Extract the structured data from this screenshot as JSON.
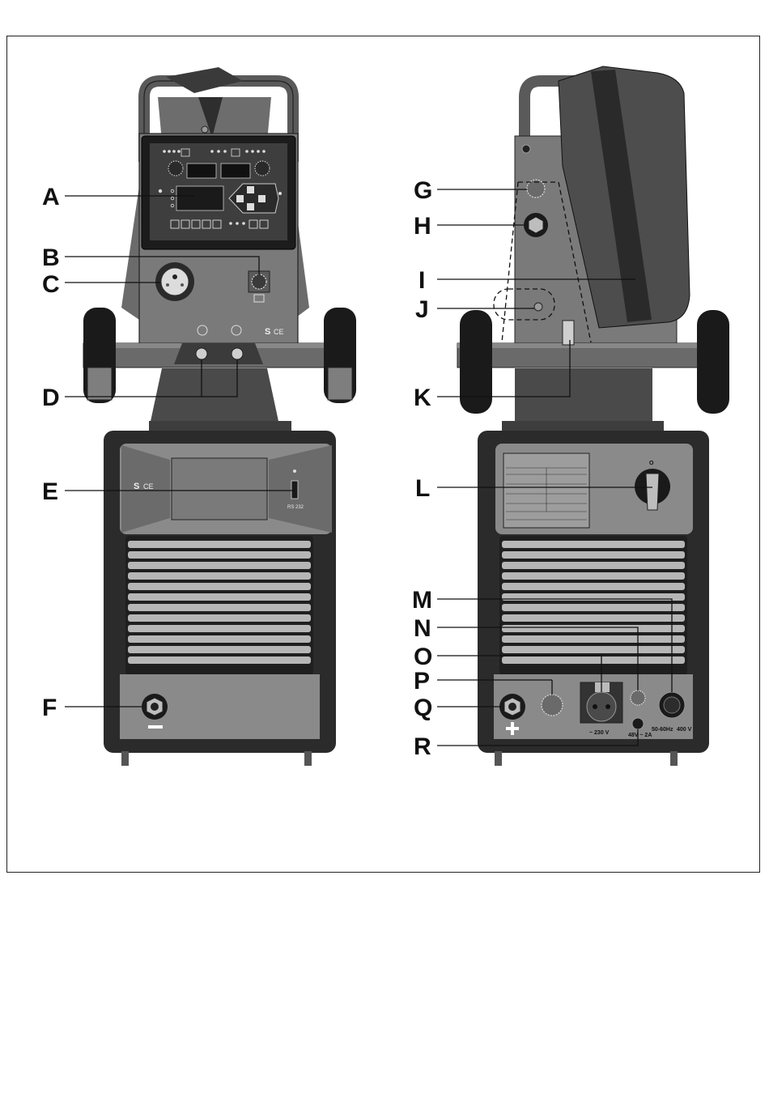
{
  "callouts": {
    "A": "A",
    "B": "B",
    "C": "C",
    "D": "D",
    "E": "E",
    "F": "F",
    "G": "G",
    "H": "H",
    "I": "I",
    "J": "J",
    "K": "K",
    "L": "L",
    "M": "M",
    "N": "N",
    "O": "O",
    "P": "P",
    "Q": "Q",
    "R": "R"
  },
  "front_unit": {
    "brand_mark": "S",
    "ce_mark": "CE",
    "usb_label": "RS 232",
    "minus_symbol": "−"
  },
  "rear_unit": {
    "switch_off": "O",
    "switch_on": "I",
    "plus_symbol": "+",
    "socket_voltage": "~ 230 V",
    "mains_freq": "50-60Hz",
    "mains_voltage": "400 V",
    "fuse_label": "48V ~ 2A"
  },
  "colors": {
    "body_gray": "#7d7d7d",
    "dark_gray": "#3d3d3d",
    "panel_black": "#1b1b1b",
    "light_gray": "#9a9a9a",
    "line": "#111111"
  }
}
